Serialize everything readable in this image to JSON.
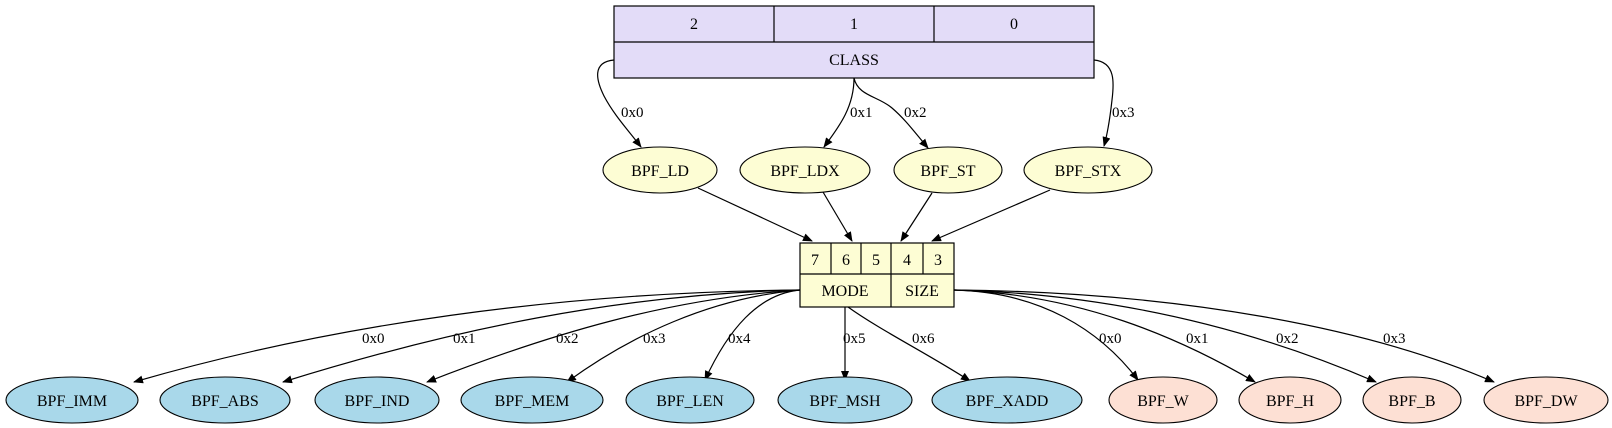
{
  "class_record": {
    "bits": [
      "2",
      "1",
      "0"
    ],
    "field": "CLASS",
    "fill": "#e3dcf8"
  },
  "opcode_record": {
    "bits": [
      "7",
      "6",
      "5",
      "4",
      "3"
    ],
    "mode_label": "MODE",
    "size_label": "SIZE",
    "fill": "#fdfdd4"
  },
  "class_nodes": [
    {
      "label": "BPF_LD",
      "edge": "0x0"
    },
    {
      "label": "BPF_LDX",
      "edge": "0x1"
    },
    {
      "label": "BPF_ST",
      "edge": "0x2"
    },
    {
      "label": "BPF_STX",
      "edge": "0x3"
    }
  ],
  "mode_nodes": [
    {
      "label": "BPF_IMM",
      "edge": "0x0"
    },
    {
      "label": "BPF_ABS",
      "edge": "0x1"
    },
    {
      "label": "BPF_IND",
      "edge": "0x2"
    },
    {
      "label": "BPF_MEM",
      "edge": "0x3"
    },
    {
      "label": "BPF_LEN",
      "edge": "0x4"
    },
    {
      "label": "BPF_MSH",
      "edge": "0x5"
    },
    {
      "label": "BPF_XADD",
      "edge": "0x6"
    }
  ],
  "size_nodes": [
    {
      "label": "BPF_W",
      "edge": "0x0"
    },
    {
      "label": "BPF_H",
      "edge": "0x1"
    },
    {
      "label": "BPF_B",
      "edge": "0x2"
    },
    {
      "label": "BPF_DW",
      "edge": "0x3"
    }
  ],
  "colors": {
    "class_node_fill": "#fdfdd4",
    "mode_node_fill": "#a9d8ea",
    "size_node_fill": "#fde0d4",
    "stroke": "#000000"
  }
}
